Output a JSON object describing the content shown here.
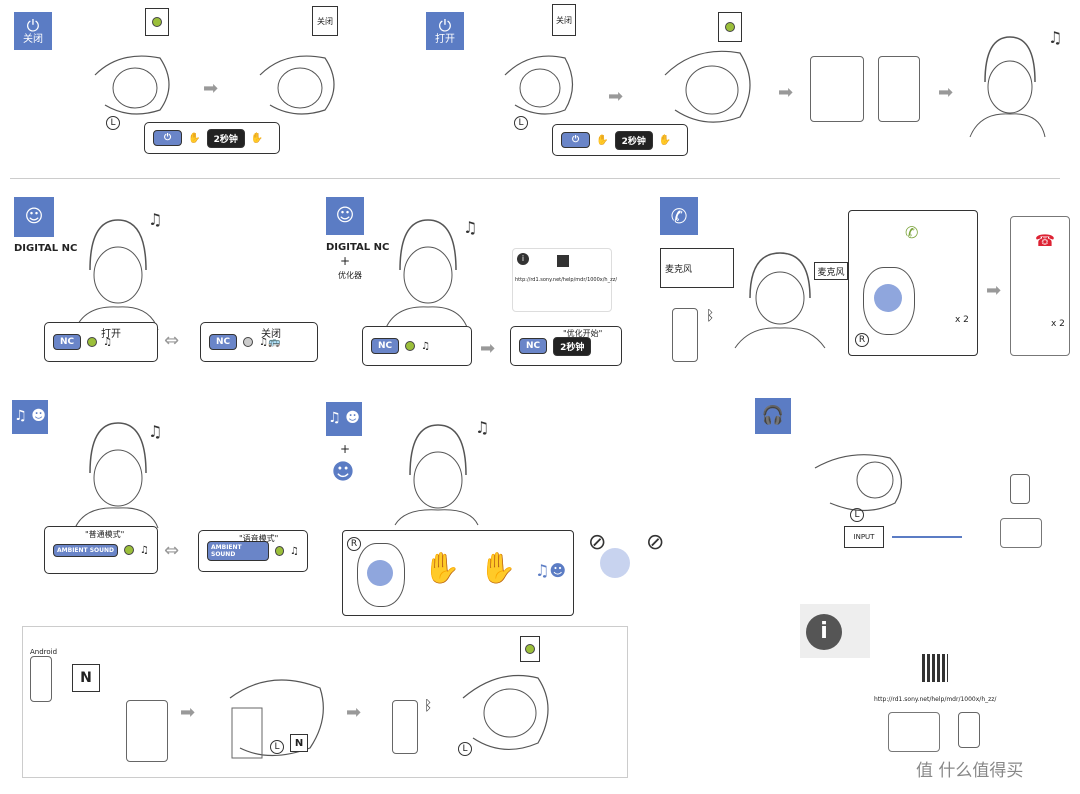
{
  "power": {
    "off_label": "关闭",
    "on_label": "打开",
    "l_marker": "L",
    "r_marker": "R",
    "hold_2s": "2秒钟",
    "side_off": "关闭"
  },
  "nc": {
    "digital_logo": "DIGITAL NC",
    "optimizer_plus": "+",
    "optimizer_label": "优化器",
    "nc_button": "NC",
    "on_text": "打开",
    "off_text": "关闭",
    "url": "http://rd1.sony.net/help/mdr/1000x/h_zz/",
    "optimize_start": "\"优化开始\""
  },
  "call": {
    "mic_left": "麦克风",
    "mic_right": "麦克风",
    "times_1": "x 2",
    "times_2": "x 2"
  },
  "ambient": {
    "button": "AMBIENT SOUND",
    "normal_mode": "\"普通模式\"",
    "voice_mode": "\"语音模式\"",
    "plus": "+"
  },
  "cable": {
    "input_label": "INPUT"
  },
  "nfc": {
    "android_label": "Android",
    "nfc_glyph": "N"
  },
  "help": {
    "url": "http://rd1.sony.net/help/mdr/1000x/h_zz/"
  },
  "watermark": "值 什么值得买",
  "colors": {
    "accent": "#5b7cc4",
    "led_green": "#9bbf3a"
  }
}
